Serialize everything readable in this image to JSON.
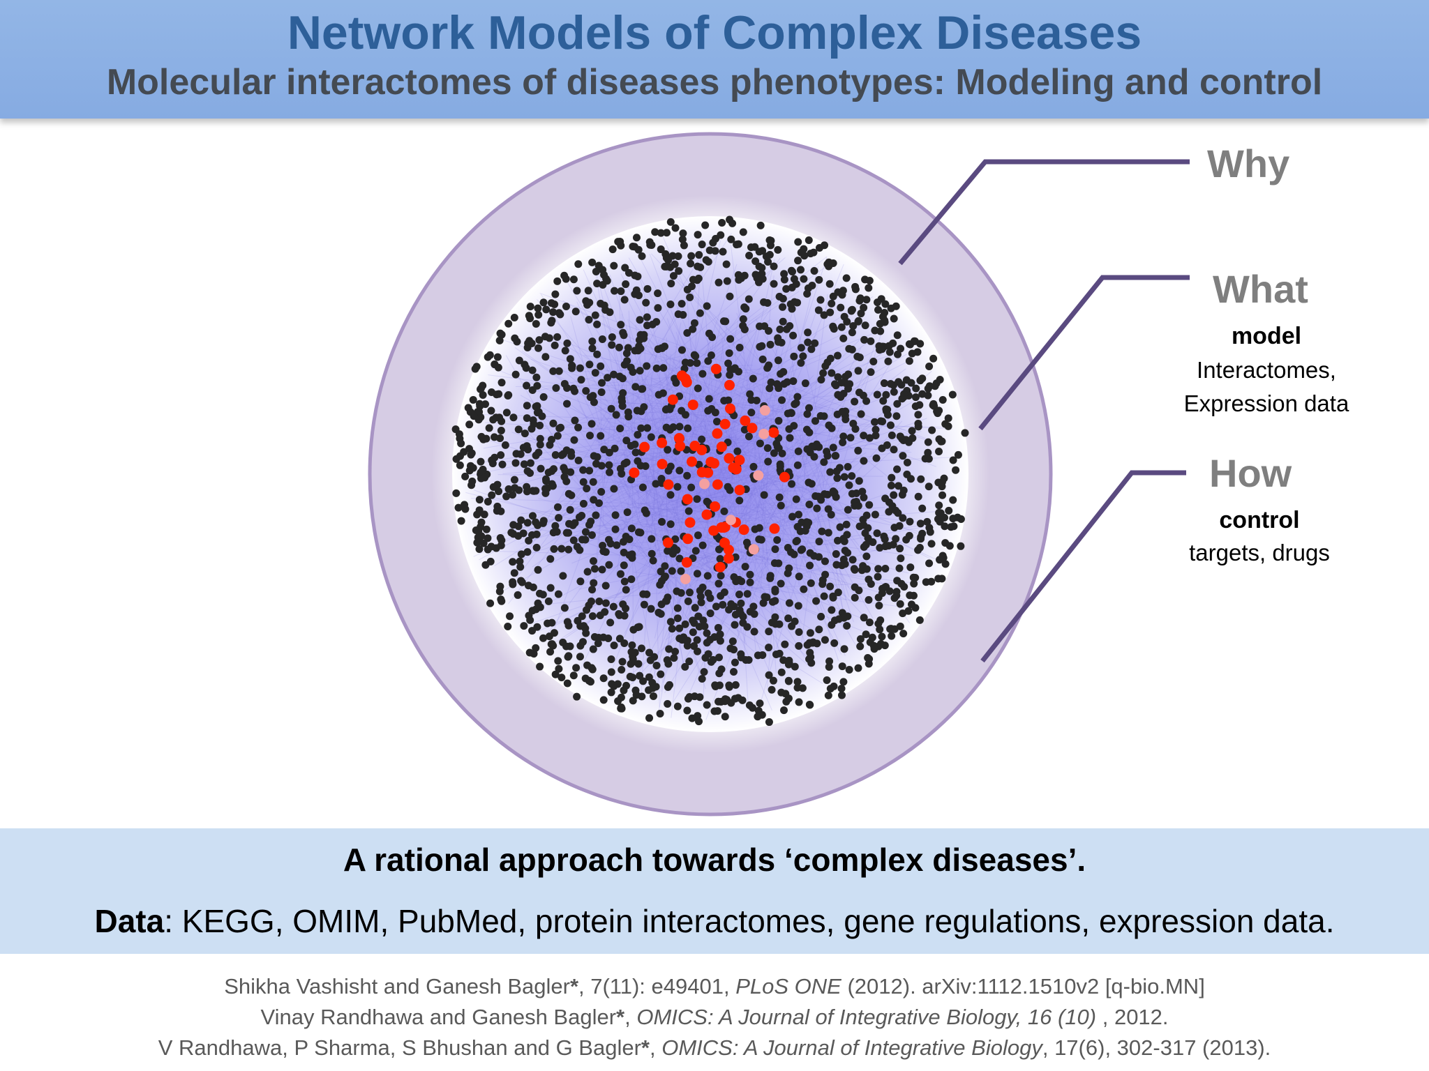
{
  "header": {
    "title": "Network Models of Complex Diseases",
    "subtitle": "Molecular interactomes of diseases phenotypes: Modeling and control"
  },
  "callouts": {
    "why": {
      "label": "Why"
    },
    "what": {
      "label": "What",
      "strong": "model",
      "line1": "Interactomes,",
      "line2": "Expression data"
    },
    "how": {
      "label": "How",
      "strong": "control",
      "line1": "targets, drugs"
    }
  },
  "colors": {
    "header_bg": "#8fb3e5",
    "title": "#2d5f99",
    "outer_circle": "#d6cce4",
    "outer_circle_border": "#a894c4",
    "connector": "#5a4a80",
    "node_dark": "#262626",
    "node_red": "#ff2200",
    "node_pink": "#f4a0a0",
    "banner_bg": "#cddff3"
  },
  "banner": {
    "line1": "A rational approach towards ‘complex diseases’.",
    "line2_bold": "Data",
    "line2_rest": ": KEGG, OMIM, PubMed, protein interactomes, gene regulations, expression data."
  },
  "references": [
    {
      "a": "Shikha Vashisht and Ganesh Bagler",
      "b": "*",
      "c": ", 7(11): e49401, ",
      "d": "PLoS ONE",
      "e": " (2012). arXiv:1112.1510v2 [q-bio.MN]"
    },
    {
      "a": "Vinay Randhawa and Ganesh Bagler",
      "b": "*",
      "c": ", ",
      "d": "OMICS: A Journal of Integrative Biology, 16 (10)",
      "e": " , 2012."
    },
    {
      "a": "V Randhawa, P Sharma, S Bhushan and G Bagler",
      "b": "*",
      "c": ", ",
      "d": "OMICS: A Journal of Integrative Biology",
      "e": ", 17(6), 302-317 (2013)."
    }
  ]
}
